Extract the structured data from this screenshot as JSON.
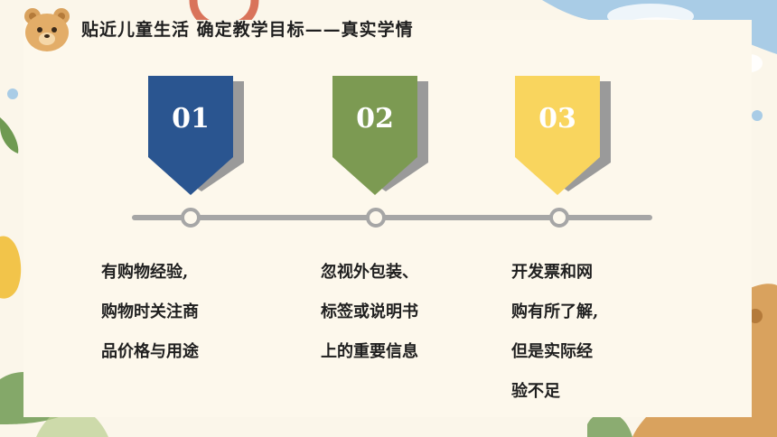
{
  "slide": {
    "title": "贴近儿童生活 确定教学目标——真实学情"
  },
  "steps": [
    {
      "number": "01",
      "color": "#2a5590",
      "lines": [
        "有购物经验,",
        "购物时关注商",
        "品价格与用途"
      ]
    },
    {
      "number": "02",
      "color": "#7c9a52",
      "lines": [
        "忽视外包装、",
        "标签或说明书",
        "上的重要信息"
      ]
    },
    {
      "number": "03",
      "color": "#f9d55e",
      "lines": [
        "开发票和网",
        "购有所了解,",
        "但是实际经",
        "验不足"
      ]
    }
  ],
  "colors": {
    "timeline": "#a6a6a6",
    "shadow": "#9a9a9a",
    "background": "#fdf8ec"
  }
}
